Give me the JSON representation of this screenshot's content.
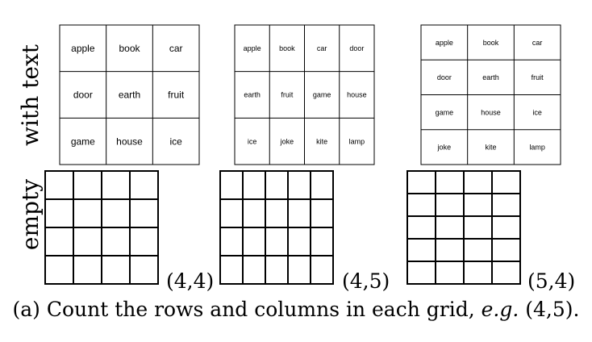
{
  "row_labels": {
    "with_text": "with text",
    "empty": "empty"
  },
  "text_grids": [
    {
      "rows": 3,
      "cols": 3,
      "words": [
        "apple",
        "book",
        "car",
        "door",
        "earth",
        "fruit",
        "game",
        "house",
        "ice"
      ]
    },
    {
      "rows": 3,
      "cols": 4,
      "words": [
        "apple",
        "book",
        "car",
        "door",
        "earth",
        "fruit",
        "game",
        "house",
        "ice",
        "joke",
        "kite",
        "lamp"
      ]
    },
    {
      "rows": 4,
      "cols": 3,
      "words": [
        "apple",
        "book",
        "car",
        "door",
        "earth",
        "fruit",
        "game",
        "house",
        "ice",
        "joke",
        "kite",
        "lamp"
      ]
    }
  ],
  "empty_grids": [
    {
      "rows": 4,
      "cols": 4,
      "label": "(4,4)"
    },
    {
      "rows": 4,
      "cols": 5,
      "label": "(4,5)"
    },
    {
      "rows": 5,
      "cols": 4,
      "label": "(5,4)"
    }
  ],
  "caption": {
    "prefix": "(a) Count the rows and columns in each grid, ",
    "example_italic": "e.g.",
    "suffix": " (4,5)."
  }
}
